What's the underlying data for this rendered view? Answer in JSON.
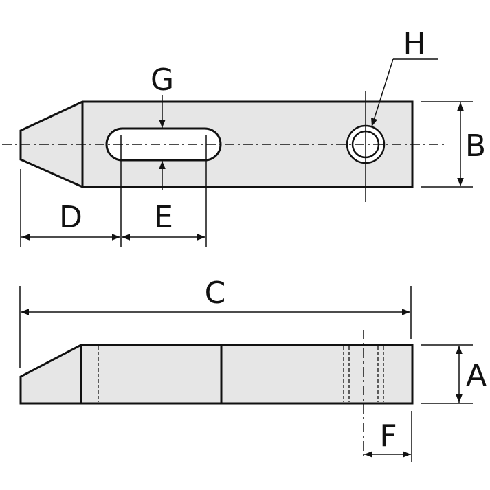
{
  "labels": {
    "a": "A",
    "b": "B",
    "c": "C",
    "d": "D",
    "e": "E",
    "f": "F",
    "g": "G",
    "h": "H"
  },
  "colors": {
    "line": "#111111",
    "body_fill": "#e6e6e6",
    "background": "#ffffff"
  }
}
